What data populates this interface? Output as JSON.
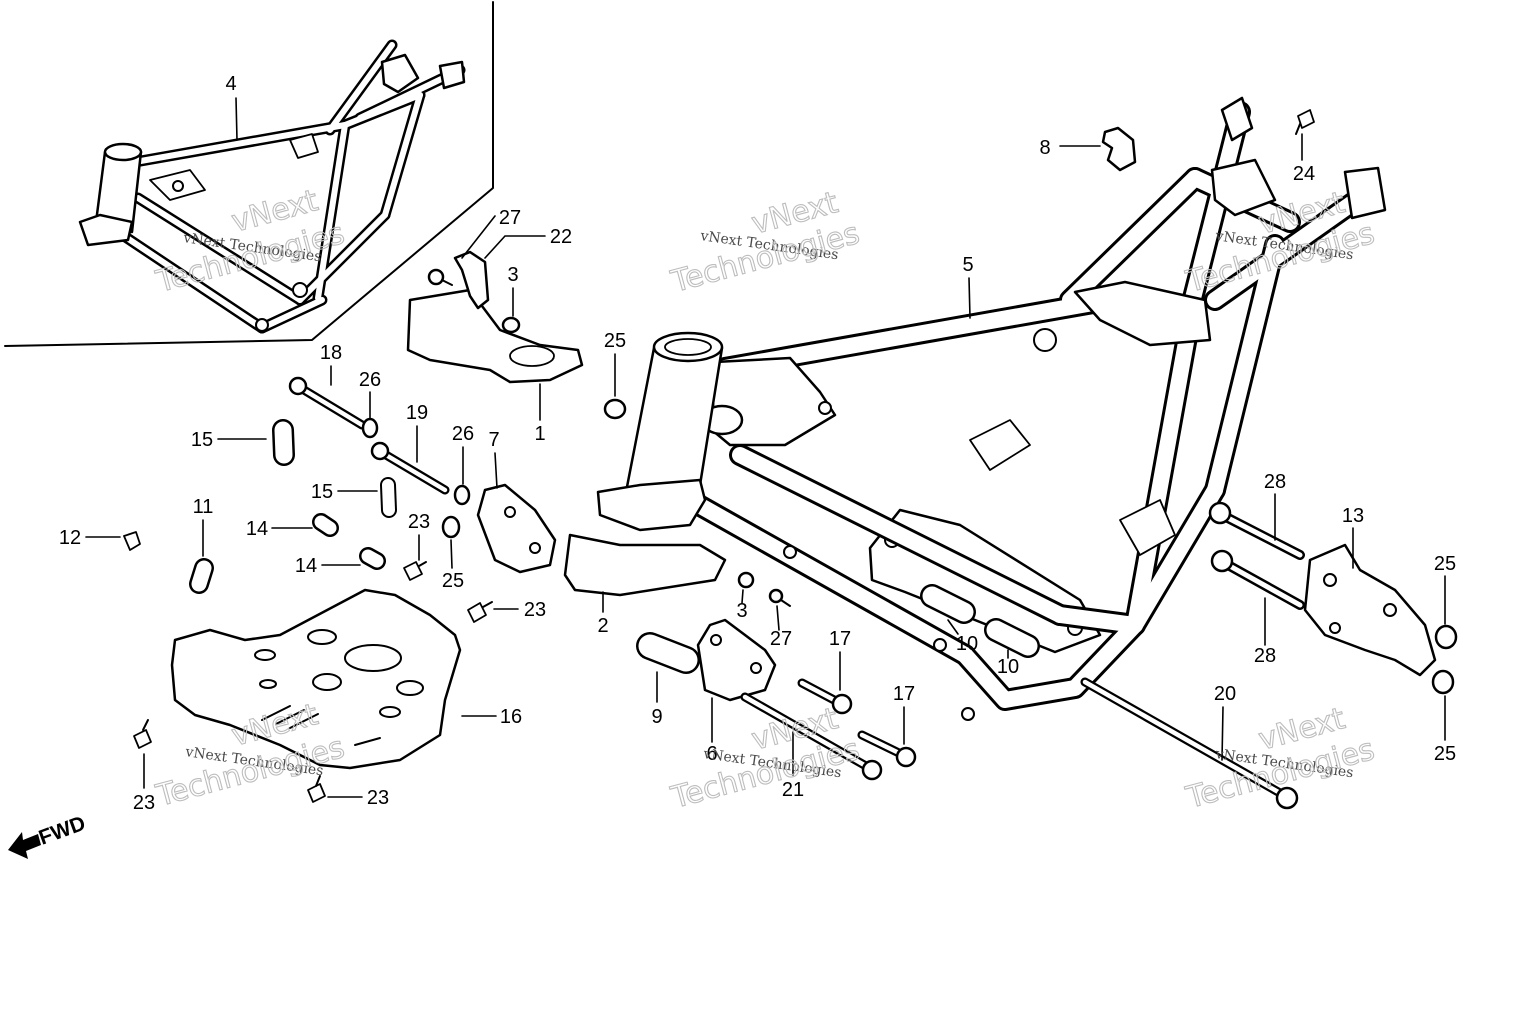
{
  "colors": {
    "ink": "#000000",
    "background": "#ffffff",
    "watermark": "#bdbdbd"
  },
  "diagram": {
    "callouts": [
      "4",
      "27",
      "22",
      "3",
      "5",
      "8",
      "24",
      "25",
      "18",
      "26",
      "15",
      "19",
      "26",
      "7",
      "1",
      "15",
      "11",
      "12",
      "14",
      "14",
      "23",
      "25",
      "2",
      "3",
      "27",
      "17",
      "10",
      "10",
      "9",
      "17",
      "6",
      "21",
      "23",
      "16",
      "23",
      "23",
      "20",
      "28",
      "13",
      "28",
      "25",
      "25"
    ],
    "direction_label": "FWD"
  },
  "watermark": {
    "line": "vNext Technologies",
    "word_1": "vNext",
    "word_2": "Technologies"
  }
}
